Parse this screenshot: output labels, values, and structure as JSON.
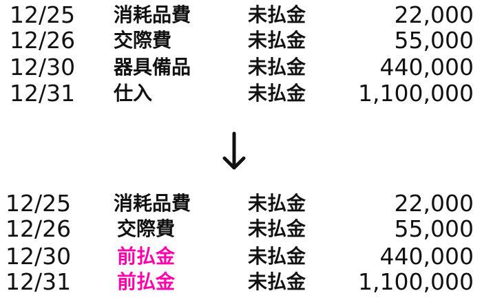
{
  "before": [
    {
      "date": "12/25",
      "debit": "消耗品費",
      "credit": "未払金",
      "amount": "22,000"
    },
    {
      "date": "12/26",
      "debit": "交際費",
      "credit": "未払金",
      "amount": "55,000"
    },
    {
      "date": "12/30",
      "debit": "器具備品",
      "credit": "未払金",
      "amount": "440,000"
    },
    {
      "date": "12/31",
      "debit": "仕入",
      "credit": "未払金",
      "amount": "1,100,000"
    }
  ],
  "after": [
    {
      "date": "12/25",
      "debit": "消耗品費",
      "credit": "未払金",
      "amount": "22,000"
    },
    {
      "date": "12/26",
      "debit": "交際費",
      "credit": "未払金",
      "amount": "55,000"
    },
    {
      "date": "12/30",
      "debit": "前払金",
      "credit": "未払金",
      "amount": "440,000"
    },
    {
      "date": "12/31",
      "debit": "前払金",
      "credit": "未払金",
      "amount": "1,100,000"
    }
  ],
  "colors": {
    "highlight": "#ff00aa",
    "text": "#111111"
  }
}
